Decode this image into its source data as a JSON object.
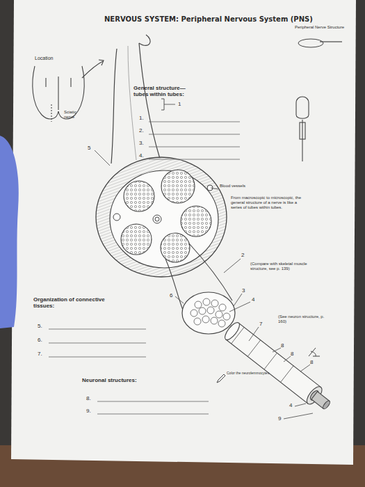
{
  "diagram": {
    "title": "NERVOUS SYSTEM: Peripheral Nervous System (PNS)",
    "labels": [
      "Peripheral Nerve Structure",
      "Location",
      "Sciatic nerve",
      "General structure— tubes within tubes:",
      "1.",
      "2.",
      "3.",
      "4.",
      "1",
      "5",
      "Blood vessels",
      "From macroscopic to microscopic, the general structure of a nerve is like a series of tubes within tubes.",
      "2",
      "(Compare with skeletal muscle structure, see p. 139)",
      "6",
      "3",
      "4",
      "Organization of connective tissues:",
      "(See neuron structure, p. 160)",
      "5.",
      "6.",
      "7.",
      "8",
      "7",
      "8",
      "8",
      "Color the neurolemmocytes.",
      "4",
      "9",
      "Neuronal structures:",
      "8.",
      "9."
    ]
  }
}
